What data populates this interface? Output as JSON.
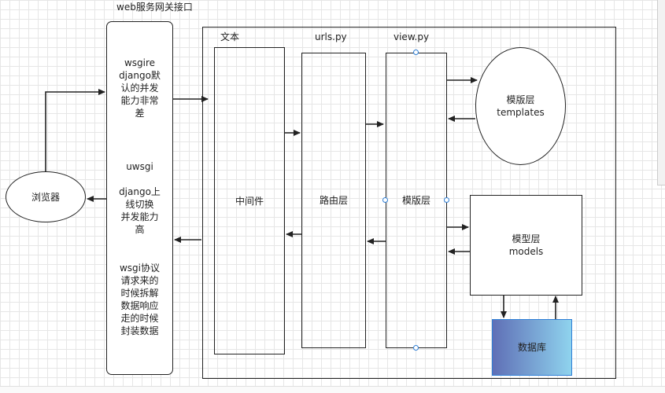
{
  "labels": {
    "web_gateway": "web服务网关接口",
    "wenben": "文本",
    "urls_py": "urls.py",
    "view_py": "view.py"
  },
  "nodes": {
    "browser": "浏览器",
    "gateway_wsgiref": "wsgire\ndjango默\n认的并发\n能力非常\n差",
    "gateway_uwsgi": "uwsgi",
    "gateway_uwsgi_desc": "django上\n线切换\n并发能力\n高",
    "gateway_wsgi_desc": "wsgi协议\n请求来的\n时候拆解\n数据响应\n走的时候\n封装数据",
    "middleware": "中间件",
    "router": "路由层",
    "view": "模版层",
    "templates": "模版层\ntemplates",
    "models": "模型层\nmodels",
    "database": "数据库"
  },
  "colors": {
    "stroke": "#222222",
    "db_gradient_start": "#5f6fb6",
    "db_gradient_end": "#8fd3ee",
    "db_border": "#2f7fd6",
    "handle": "#2f7fd6"
  }
}
